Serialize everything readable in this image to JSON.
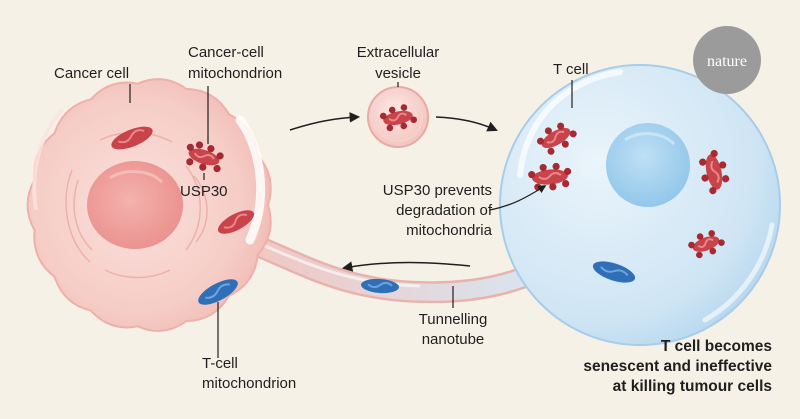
{
  "labels": {
    "cancer_cell": "Cancer cell",
    "cancer_mito_line1": "Cancer-cell",
    "cancer_mito_line2": "mitochondrion",
    "usp30": "USP30",
    "ev_line1": "Extracellular",
    "ev_line2": "vesicle",
    "t_cell": "T cell",
    "prevents_line1": "USP30 prevents",
    "prevents_line2": "degradation of",
    "prevents_line3": "mitochondria",
    "tunnel_line1": "Tunnelling",
    "tunnel_line2": "nanotube",
    "tmito_line1": "T-cell",
    "tmito_line2": "mitochondrion",
    "result_line1": "T cell becomes",
    "result_line2": "senescent and ineffective",
    "result_line3": "at killing tumour cells"
  },
  "logo": {
    "text": "nature"
  },
  "colors": {
    "background": "#f6f1e7",
    "cancer_cell": "#f6cdc7",
    "cancer_nucleus": "#ef9f9c",
    "t_cell": "#cfe5f4",
    "t_nucleus": "#a8d4f0",
    "red_mito": "#c8434a",
    "blue_mito": "#2f6fb8",
    "logo_bg": "#9b9b9b"
  }
}
